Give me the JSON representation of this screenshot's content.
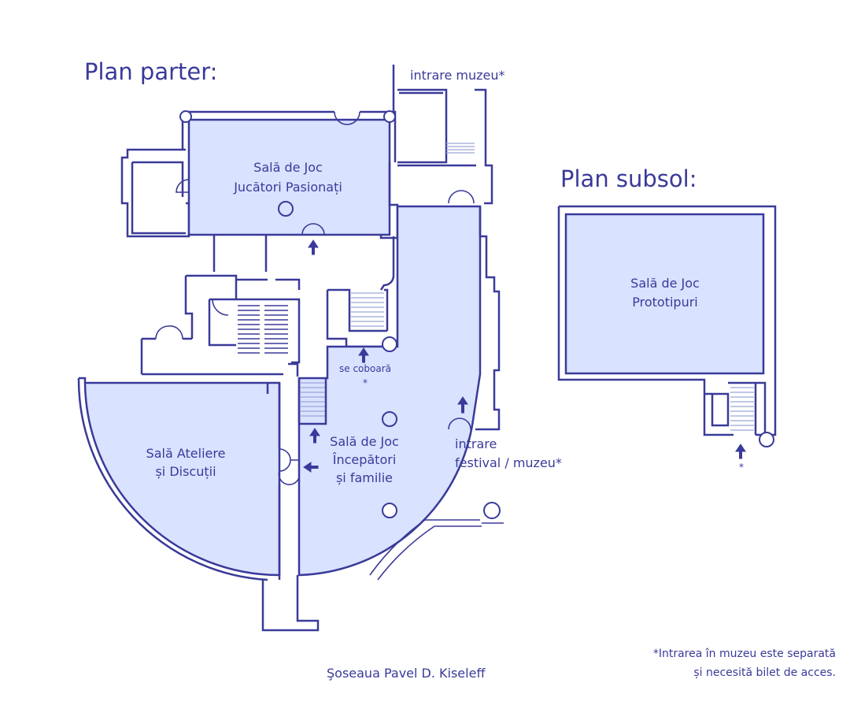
{
  "headings": {
    "ground_floor": "Plan parter:",
    "basement": "Plan subsol:"
  },
  "rooms": {
    "passionate": [
      "Sală de Joc",
      "Jucători Pasionați"
    ],
    "beginners": [
      "Sală de Joc",
      "Începători",
      "și familie"
    ],
    "workshops": [
      "Sală Ateliere",
      "și Discuții"
    ],
    "prototypes": [
      "Sală de Joc",
      "Prototipuri"
    ]
  },
  "labels": {
    "museum_entrance": "intrare muzeu*",
    "stairs_down": "se coboară",
    "stairs_down_mark": "*",
    "festival_entrance": [
      "intrare",
      "festival / muzeu*"
    ],
    "basement_mark": "*",
    "street": "Şoseaua Pavel D. Kiseleff"
  },
  "footnote": [
    "*Intrarea în muzeu este separată",
    "și necesită bilet de acces."
  ],
  "colors": {
    "line": "#3a3a9a",
    "room_fill": "#d9e2ff",
    "background": "#ffffff"
  }
}
